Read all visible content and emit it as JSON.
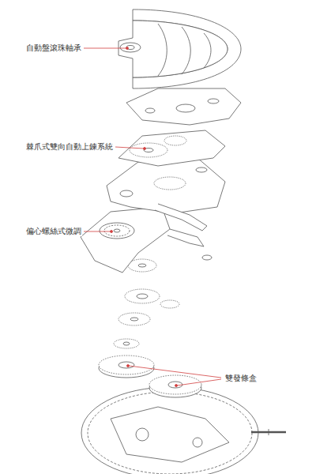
{
  "diagram": {
    "labels": [
      "自動盤滾珠軸承",
      "棘爪式雙向自動上鍊系統",
      "偏心螺絲式微調",
      "雙發條盒"
    ]
  }
}
